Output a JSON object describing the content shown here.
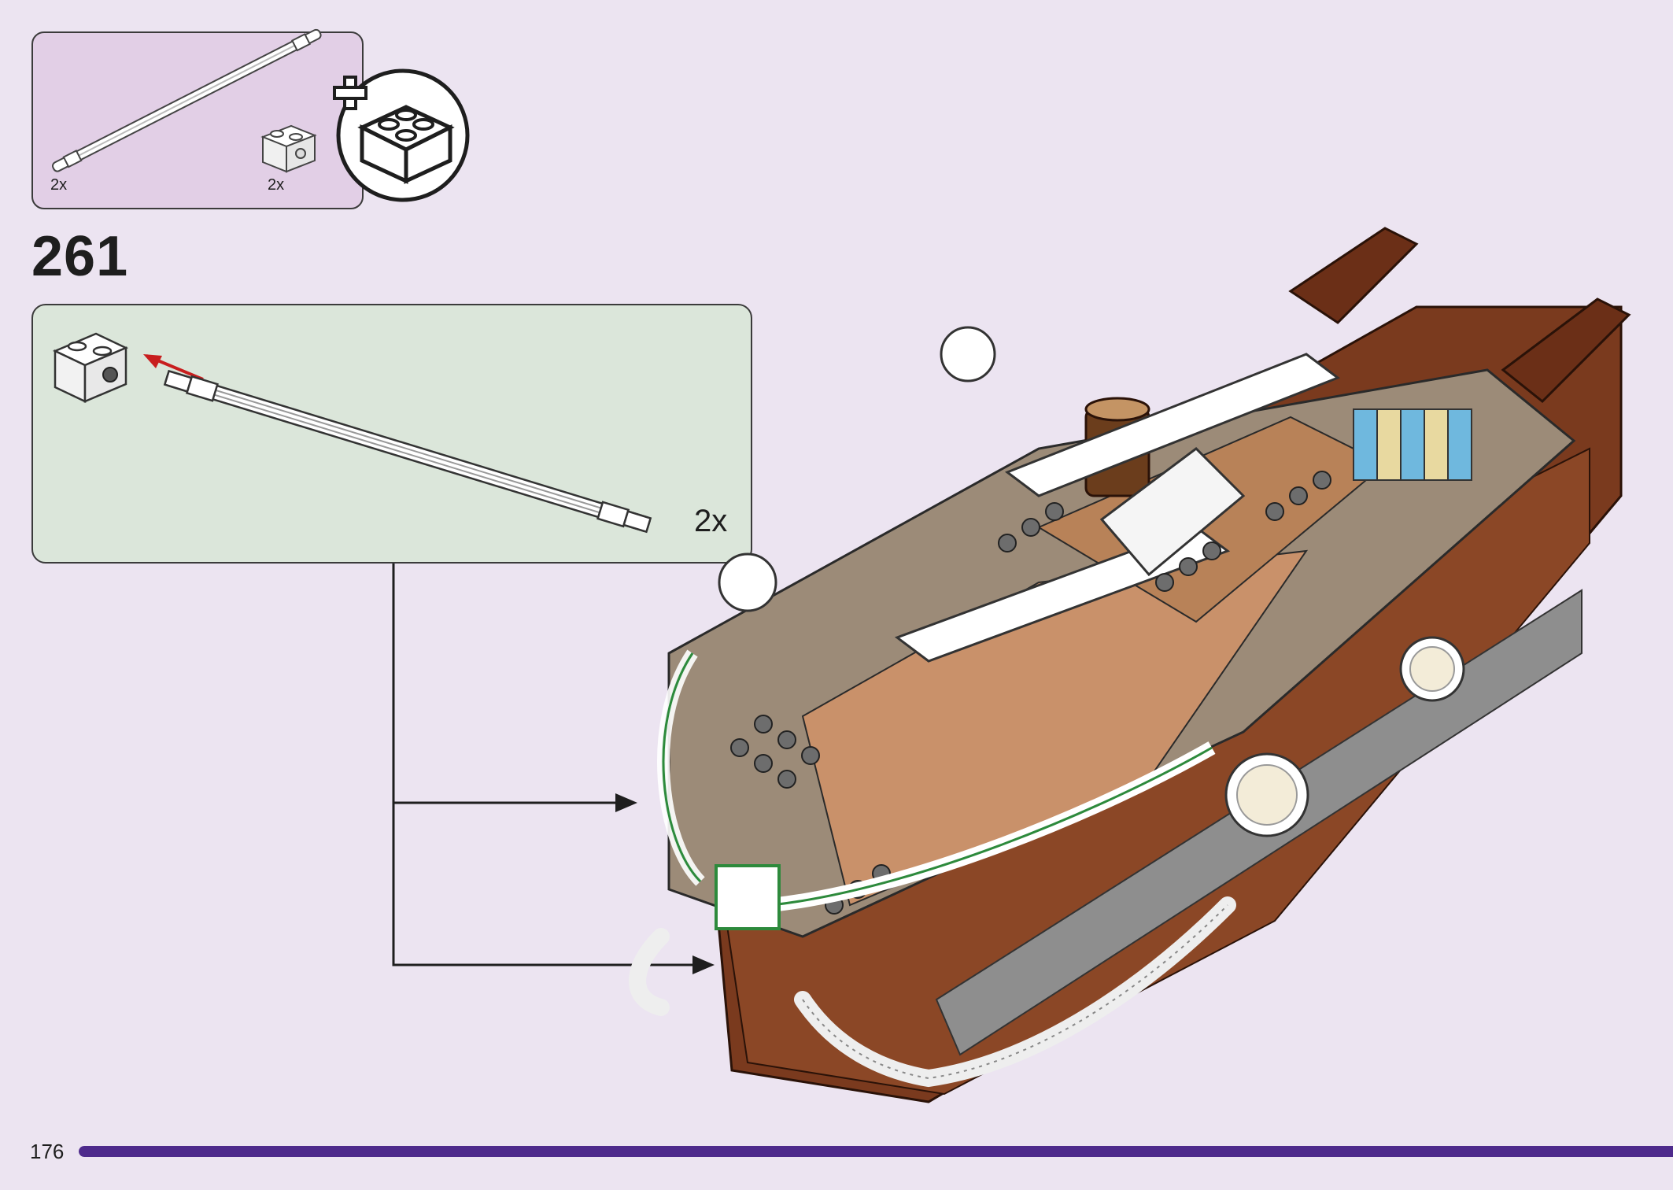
{
  "parts_list": {
    "items": [
      {
        "part": "white-bar",
        "quantity": "2x"
      },
      {
        "part": "white-brick-1x2-with-pin-hole",
        "quantity": "2x"
      }
    ],
    "icon": "add-brick-icon"
  },
  "step": {
    "number": "261",
    "subassembly": {
      "quantity": "2x",
      "parts": [
        "white-brick-1x2-with-pin-hole",
        "white-bar"
      ]
    },
    "model": "pirate-ship-hull"
  },
  "footer": {
    "page_number": "176",
    "progress_fraction": 1.0
  },
  "colors": {
    "background": "#ece4f1",
    "parts_box": "#e2cfe6",
    "subassembly_box": "#dbe6da",
    "progress": "#4e2a8c",
    "highlight": "#2d8a3c",
    "arrow_red": "#c81e1e"
  }
}
